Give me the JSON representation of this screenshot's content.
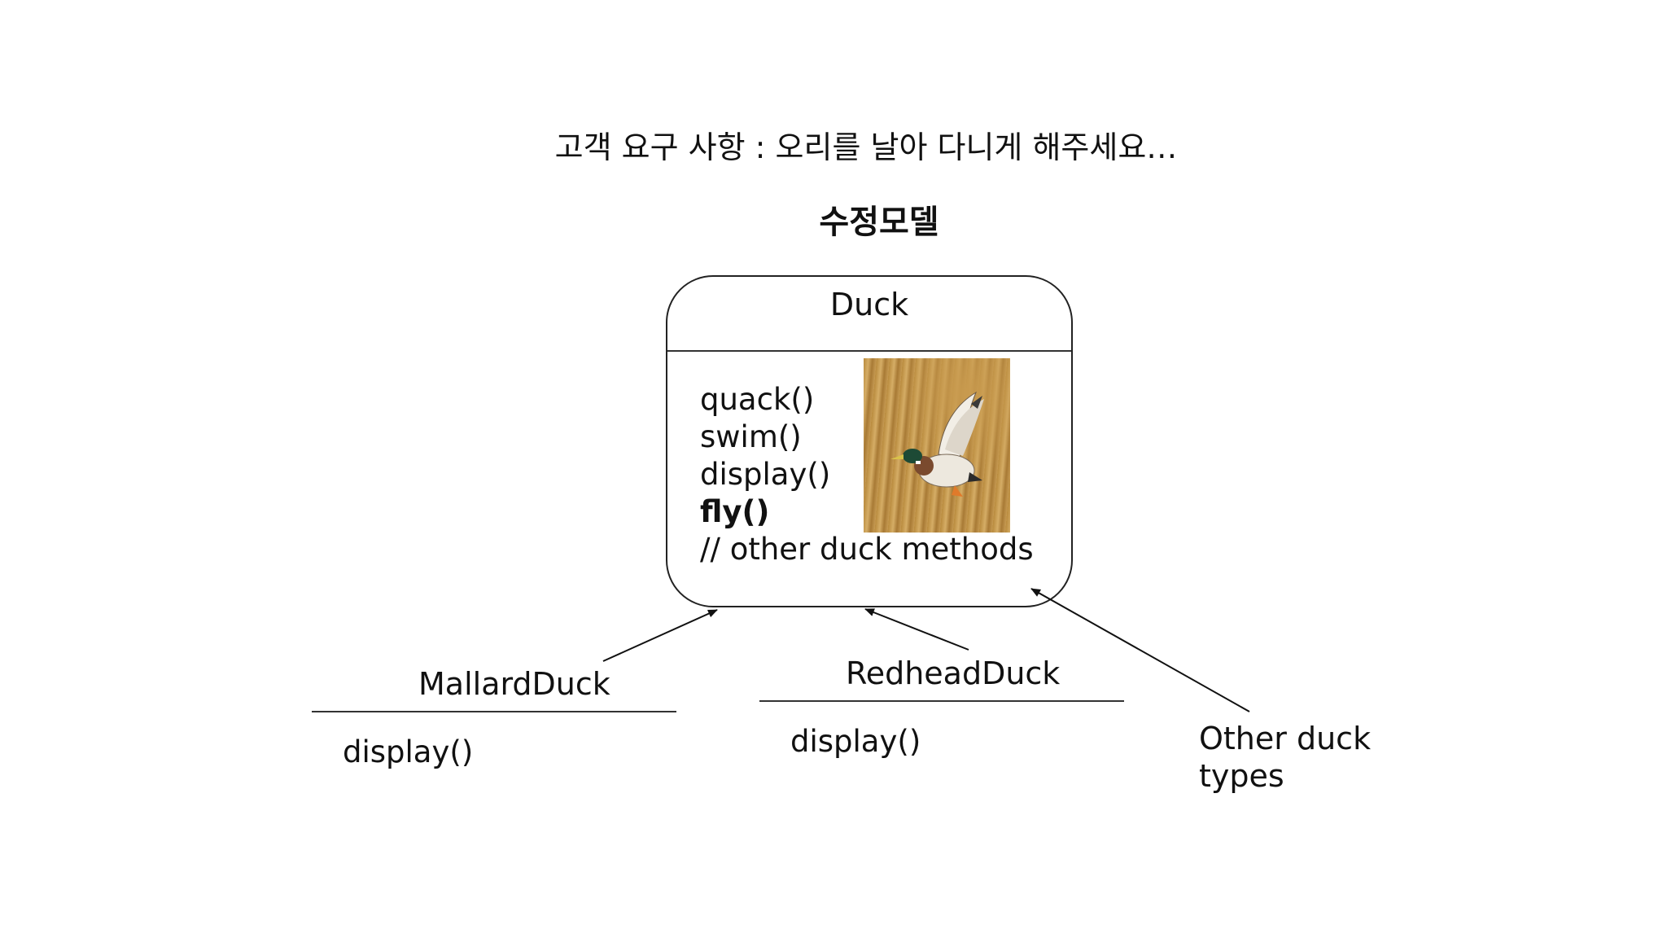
{
  "slide": {
    "requirement": "고객 요구 사항 : 오리를 날아 다니게 해주세요…",
    "model_title": "수정모델"
  },
  "duck_class": {
    "name": "Duck",
    "methods": [
      "quack()",
      "swim()",
      "display()"
    ],
    "highlight_method": "fly()",
    "comment": "// other duck methods",
    "image": "flying-mallard-duck-photo"
  },
  "subclasses": [
    {
      "name": "MallardDuck",
      "method": "display()"
    },
    {
      "name": "RedheadDuck",
      "method": "display()"
    }
  ],
  "other_types": {
    "line1": "Other duck",
    "line2": "types"
  },
  "colors": {
    "line": "#222222",
    "photo_background": "#b88a40",
    "background": "#ffffff"
  }
}
